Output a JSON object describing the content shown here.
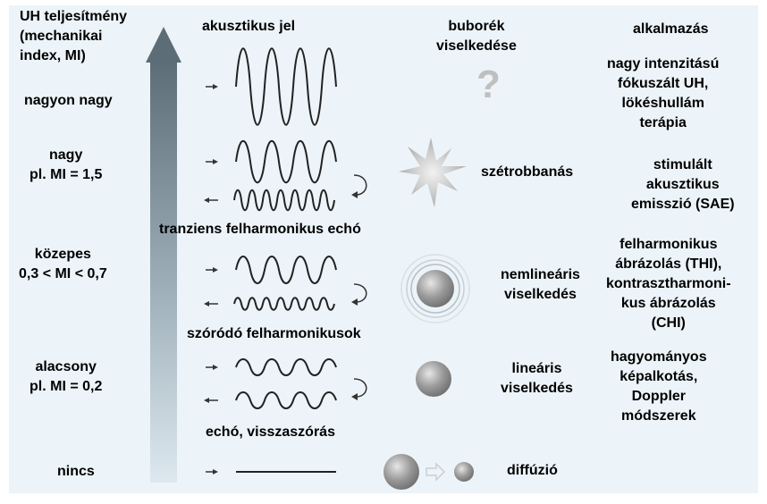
{
  "headers": {
    "power": "UH teljesítmény\n(mechanikai\nindex, MI)",
    "signal": "akusztikus jel",
    "bubble": "buborék\nviselkedése",
    "application": "alkalmazás"
  },
  "levels": {
    "very_high": "nagyon nagy",
    "high": "nagy\npl. MI = 1,5",
    "medium": "közepes\n0,3 < MI < 0,7",
    "low": "alacsony\npl. MI = 0,2",
    "none": "nincs"
  },
  "echo_labels": {
    "transient": "tranziens felharmonikus echó",
    "scattering": "szóródó felharmonikusok",
    "echo": "echó, visszaszórás"
  },
  "behaviors": {
    "unknown": "?",
    "burst": "szétrobbanás",
    "nonlinear": "nemlineáris\nviselkedés",
    "linear": "lineáris\nviselkedés",
    "diffusion": "diffúzió"
  },
  "applications": {
    "very_high": "nagy intenzitású\nfókuszált UH,\nlökéshullám\nterápia",
    "high": "stimulált\nakusztikus\nemisszió (SAE)",
    "medium": "felharmonikus\nábrázolás (THI),\nkontrasztharmoni-\nkus ábrázolás\n(CHI)",
    "low": "hagyományos\nképalkotás,\nDoppler\nmódszerek"
  },
  "colors": {
    "panel": "#ecf4f9",
    "arrow_dark": "#5d6d77",
    "arrow_light": "#d9e6ee",
    "wave": "#222222",
    "bubble": "#8a8a8a"
  }
}
